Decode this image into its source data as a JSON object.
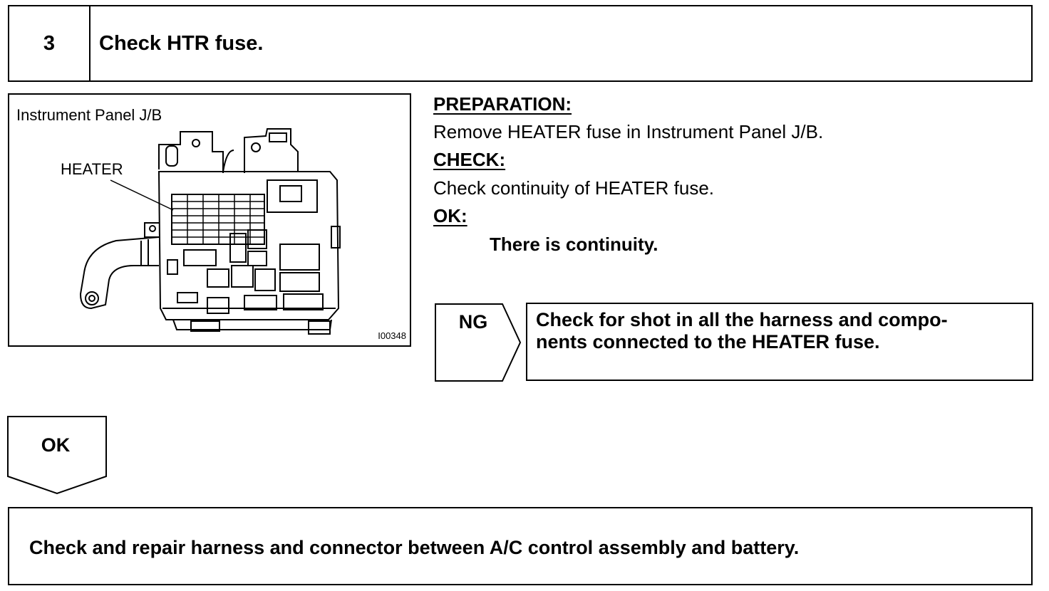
{
  "step": {
    "number": "3",
    "title": "Check HTR fuse."
  },
  "figure": {
    "caption": "Instrument Panel J/B",
    "callout": "HEATER",
    "code": "I00348",
    "icon": "fuse-box-drawing"
  },
  "procedure": {
    "preparation_heading": "PREPARATION:",
    "preparation_text": "Remove HEATER fuse in Instrument Panel J/B.",
    "check_heading": "CHECK:",
    "check_text": "Check continuity of HEATER fuse.",
    "ok_heading": "OK:",
    "ok_text": "There is continuity."
  },
  "ng_branch": {
    "label": "NG",
    "action_line1": "Check for shot in all the harness and compo-",
    "action_line2": "nents connected to the HEATER fuse."
  },
  "ok_branch": {
    "label": "OK",
    "action": "Check and repair harness and connector between A/C control assembly and battery."
  }
}
